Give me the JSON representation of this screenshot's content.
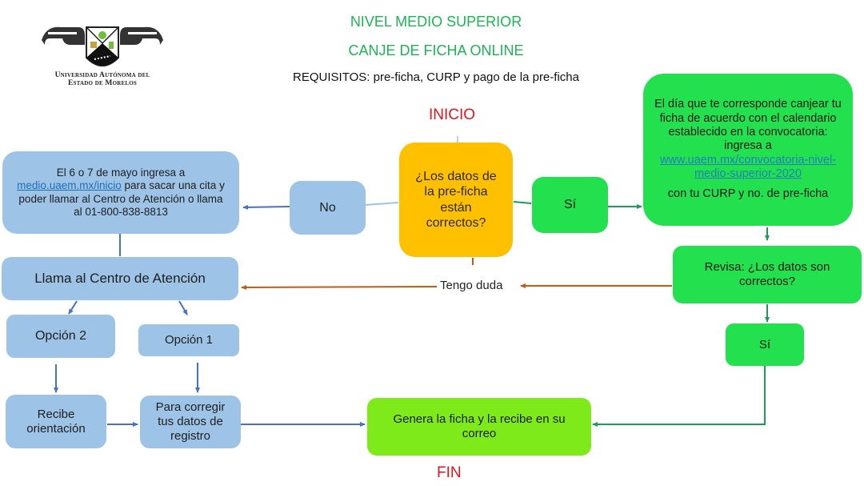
{
  "header": {
    "institution_line1": "Universidad Autónoma del",
    "institution_line2": "Estado de Morelos",
    "title": "NIVEL MEDIO SUPERIOR",
    "subtitle": "CANJE DE FICHA ONLINE",
    "requirements": "REQUISITOS: pre-ficha, CURP y pago de la pre-ficha"
  },
  "flow": {
    "start_label": "INICIO",
    "end_label": "FIN",
    "question": "¿Los datos de la pre-ficha están correctos?",
    "no_label": "No",
    "yes_label": "Sí",
    "no_branch": {
      "instruction_prefix": "El 6 o 7 de mayo ingresa a",
      "instruction_link": "medio.uaem.mx/inicio",
      "instruction_suffix": "para sacar una cita y poder llamar al Centro de Atención o llama al 01-800-838-8813",
      "call_center": "Llama al Centro de Atención",
      "option2": "Opción 2",
      "option1": "Opción 1",
      "receive_guidance": "Recibe orientación",
      "correct_data": "Para corregir tus datos de registro"
    },
    "yes_branch": {
      "instruction_text": "El día que te corresponde canjear tu ficha de acuerdo con el calendario establecido en la convocatoria: ingresa a",
      "instruction_link": "www.uaem.mx/convocatoria-nivel-medio-superior-2020",
      "instruction_suffix": "con tu CURP y no. de pre-ficha",
      "review": "Revisa: ¿Los datos son correctos?",
      "review_yes": "Sí"
    },
    "doubt_label": "Tengo duda",
    "final_step": "Genera la ficha y la recibe en su correo"
  },
  "colors": {
    "blue_box": "#9dc3e6",
    "green_box": "#23e04f",
    "lime_box": "#7fea19",
    "amber_box": "#ffc000",
    "title_green": "#1cb454",
    "red_label": "#e8121a",
    "orange_arrow": "#c55a11",
    "blue_arrow": "#4472c4",
    "green_arrow": "#1a9e55"
  }
}
